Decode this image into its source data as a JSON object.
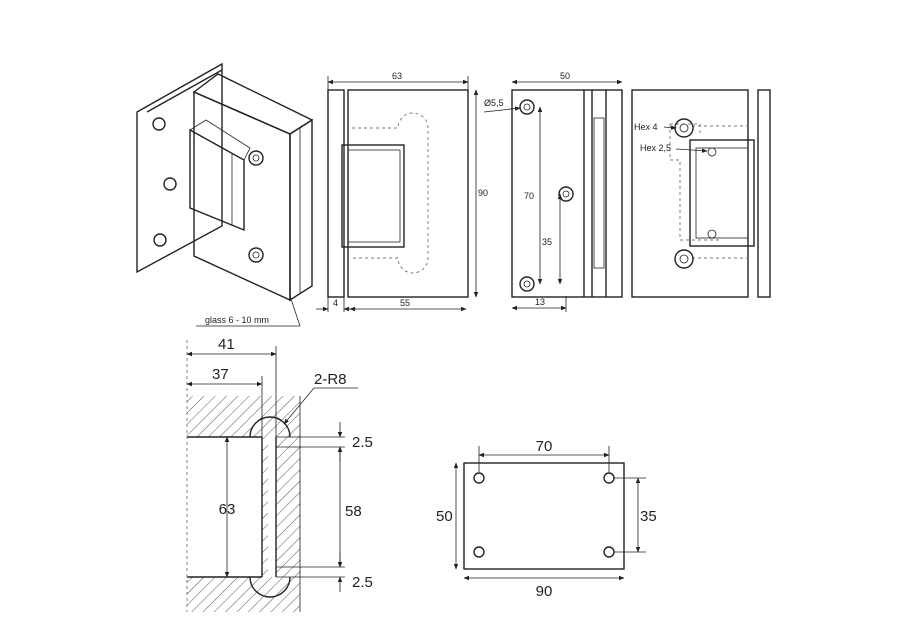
{
  "top_views": {
    "iso_label": "glass 6 - 10 mm",
    "front": {
      "width": "63",
      "height": "90",
      "left": "4",
      "inner": "55"
    },
    "side": {
      "width": "50",
      "hole": "Ø5,5",
      "vertical": "70",
      "half": "35",
      "offset": "13"
    },
    "back": {
      "hex_large": "Hex 4",
      "hex_small": "Hex 2,5"
    }
  },
  "cutout_section": {
    "depth_outer": "41",
    "depth_inner": "37",
    "radius": "2-R8",
    "gap_top": "2.5",
    "gap_bottom": "2.5",
    "height_outer": "63",
    "height_inner": "58"
  },
  "hole_plate": {
    "hole_spacing_x": "70",
    "hole_spacing_y": "35",
    "width": "90",
    "height": "50"
  }
}
